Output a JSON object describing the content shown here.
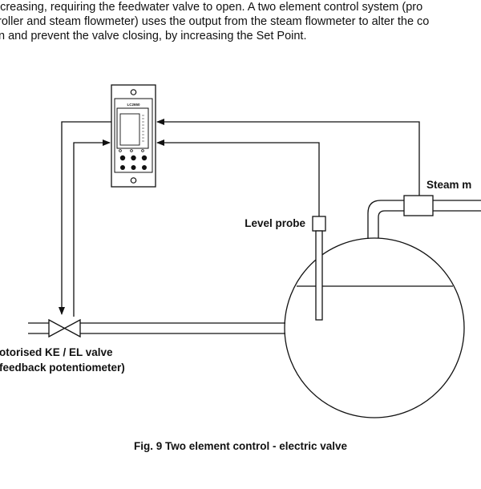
{
  "text": {
    "line1": "ecreasing, requiring the feedwater valve to open. A two element control system (pro",
    "line2": "roller and steam flowmeter) uses the output from the steam flowmeter to alter the co",
    "line3": "n and prevent the valve closing, by increasing the Set Point."
  },
  "controller": {
    "model": "LC2650"
  },
  "labels": {
    "steam": "Steam m",
    "level_probe": "Level probe",
    "valve_line1": "otorised KE / EL valve",
    "valve_line2": "feedback potentiometer)"
  },
  "caption": "Fig. 9 Two element control - electric valve"
}
